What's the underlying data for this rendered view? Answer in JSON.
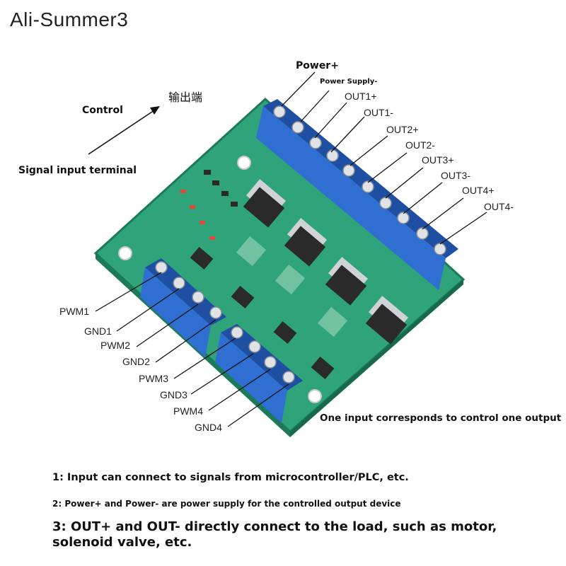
{
  "brand": "Ali-Summer3",
  "labels": {
    "power_plus": "Power+",
    "power_supply_minus": "Power Supply-",
    "control": "Control",
    "chinese_output": "输出端",
    "signal_input": "Signal input terminal",
    "one_input": "One input corresponds to control one output"
  },
  "outputs": [
    "OUT1+",
    "OUT1-",
    "OUT2+",
    "OUT2-",
    "OUT3+",
    "OUT3-",
    "OUT4+",
    "OUT4-"
  ],
  "inputs": [
    "PWM1",
    "GND1",
    "PWM2",
    "GND2",
    "PWM3",
    "GND3",
    "PWM4",
    "GND4"
  ],
  "notes": [
    "1: Input can connect to signals from microcontroller/PLC, etc.",
    "2: Power+ and Power- are power supply for the controlled output device",
    "3: OUT+ and OUT- directly connect to the load, such as motor, solenoid valve, etc."
  ],
  "colors": {
    "pcb": "#2fa37a",
    "pcb_edge": "#1d7a58",
    "terminal": "#2f6fd1",
    "terminal_dark": "#1f4fa3",
    "mosfet": "#2a2a2a",
    "silver": "#cfd3d6"
  }
}
